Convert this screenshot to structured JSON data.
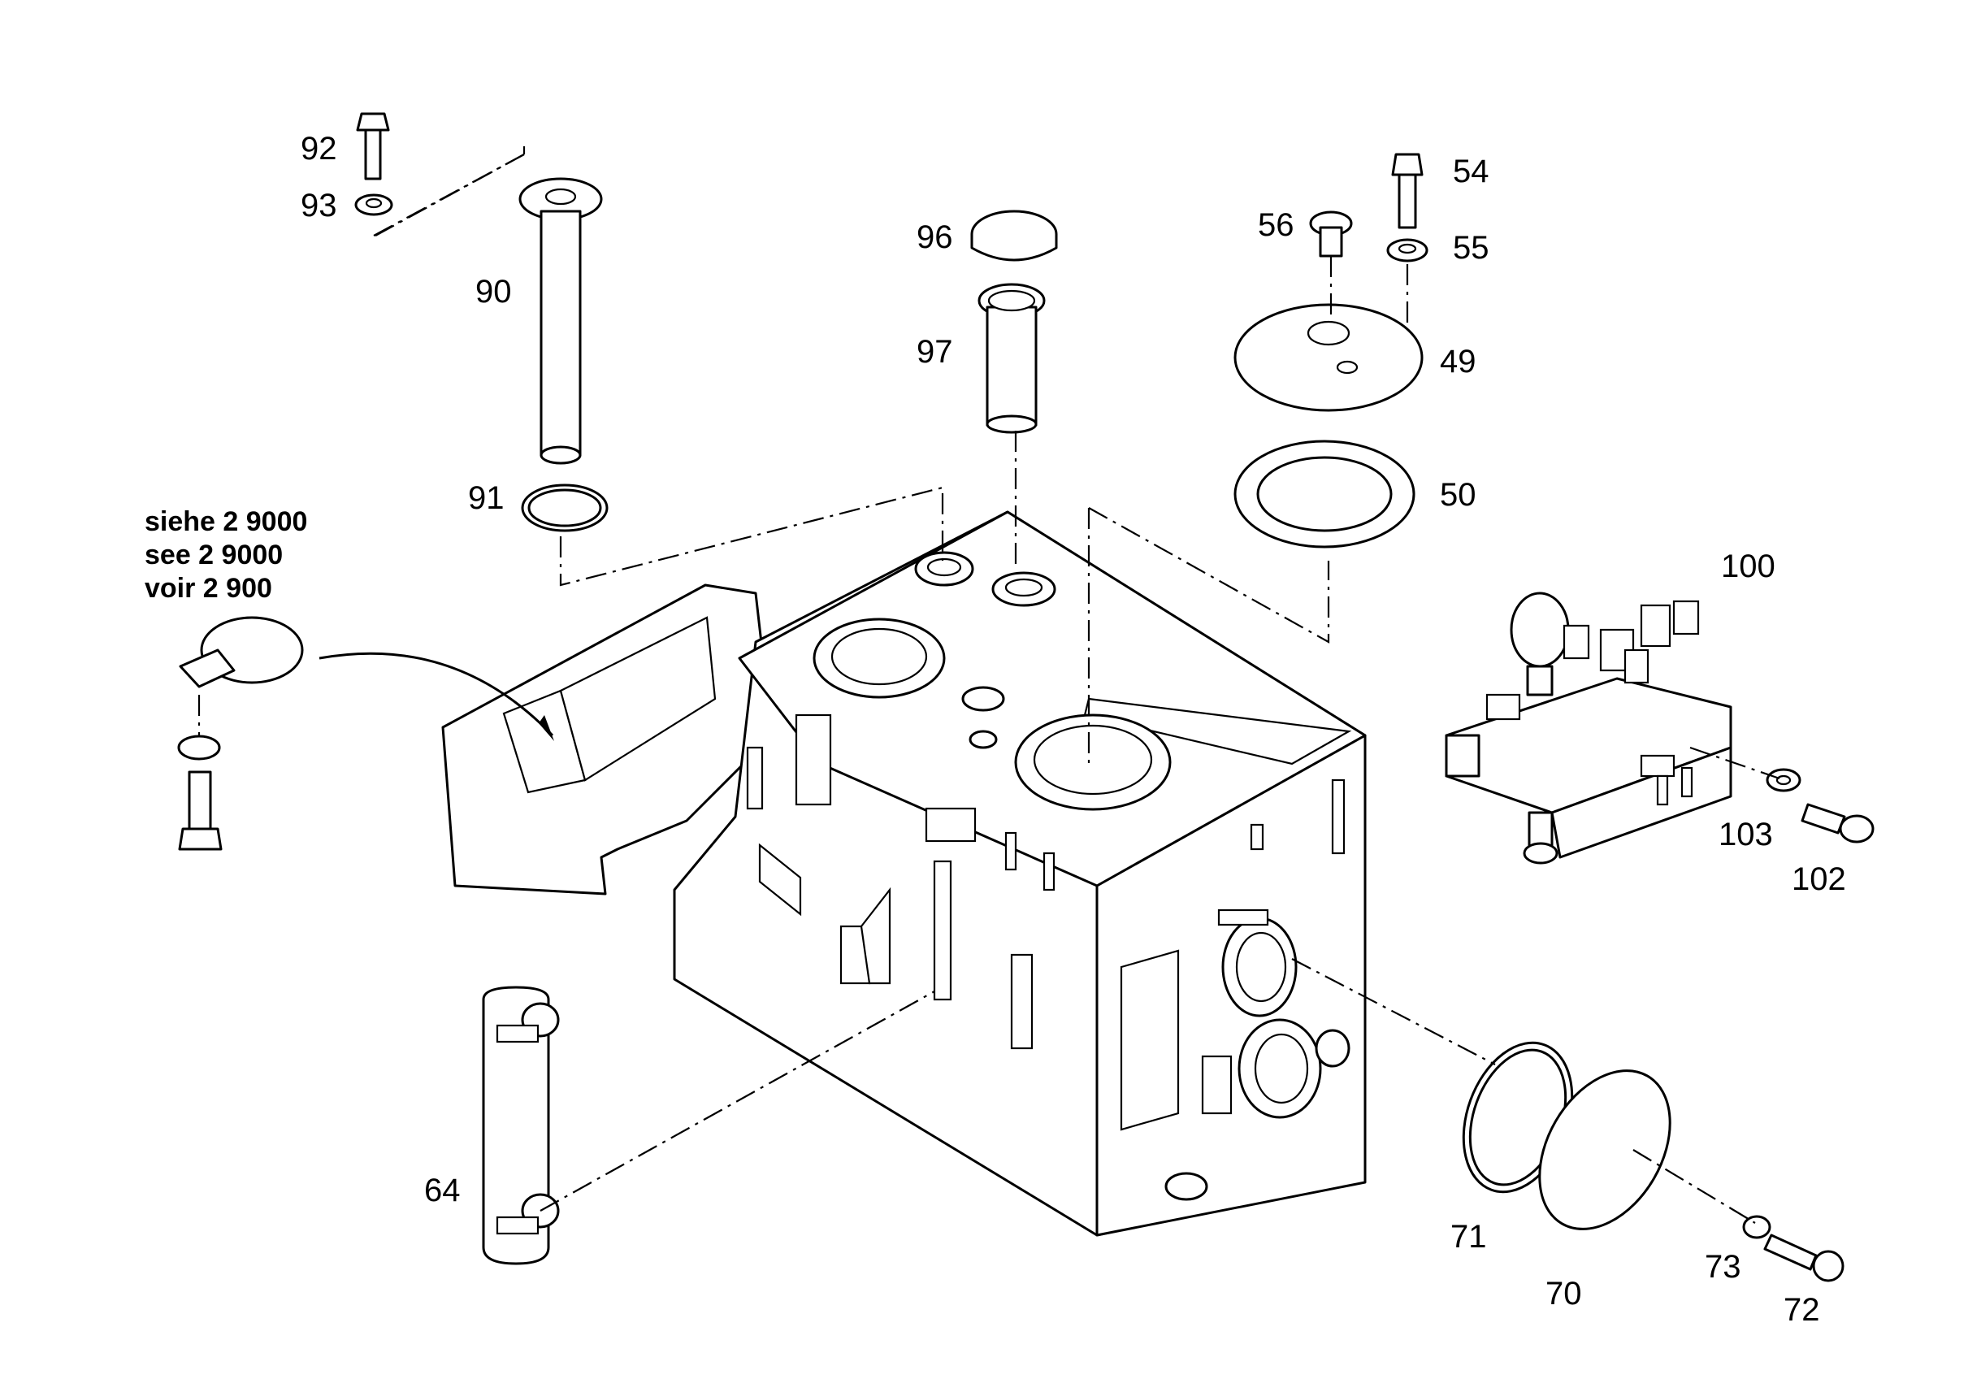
{
  "callouts": {
    "c92": "92",
    "c93": "93",
    "c90": "90",
    "c91": "91",
    "c96": "96",
    "c97": "97",
    "c54": "54",
    "c56": "56",
    "c55": "55",
    "c49": "49",
    "c50": "50",
    "c100": "100",
    "c103": "103",
    "c102": "102",
    "c64": "64",
    "c71": "71",
    "c70": "70",
    "c73": "73",
    "c72": "72"
  },
  "reference_note": {
    "line1": "siehe 2 9000",
    "line2": "see 2 9000",
    "line3": "voir 2 900"
  }
}
